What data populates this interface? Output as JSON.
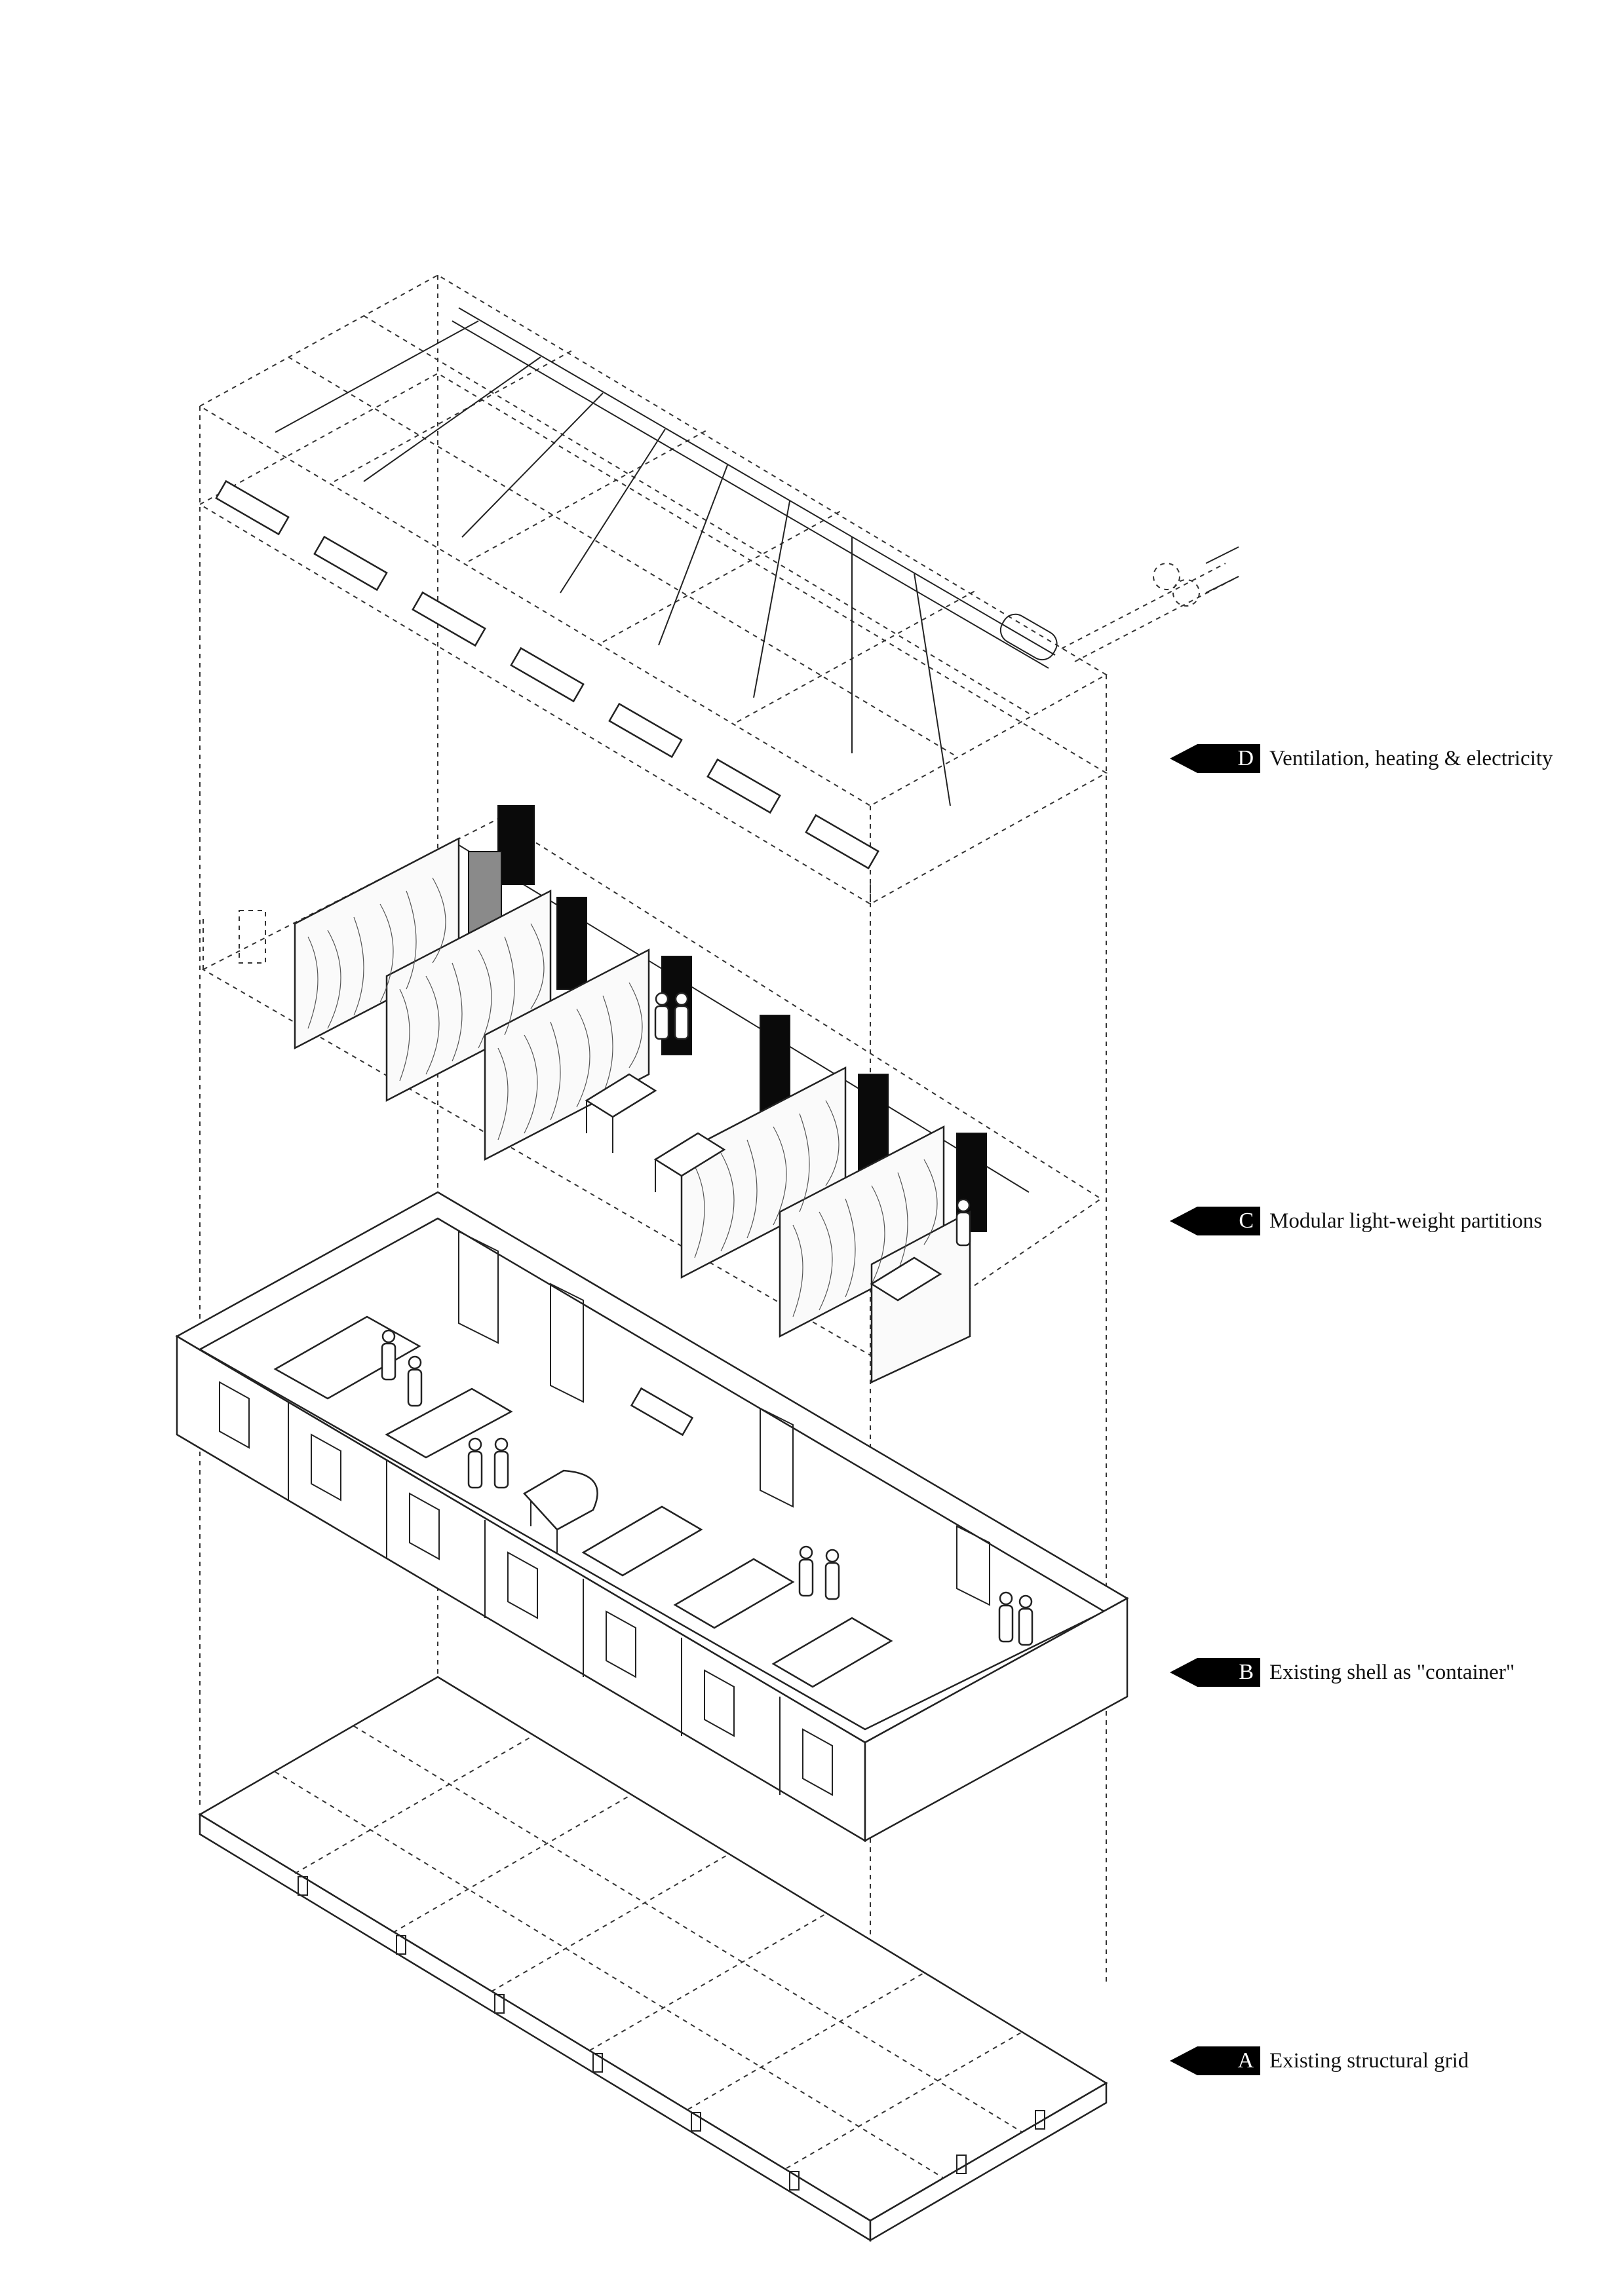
{
  "legend": [
    {
      "letter": "D",
      "label": "Ventilation, heating & electricity"
    },
    {
      "letter": "C",
      "label": "Modular light-weight partitions"
    },
    {
      "letter": "B",
      "label": "Existing shell as \"container\""
    },
    {
      "letter": "A",
      "label": "Existing structural grid"
    }
  ],
  "icons": {
    "arrow_tag": "arrow-tag-icon",
    "person": "person-icon",
    "piano": "piano-icon",
    "desk": "desk-icon",
    "radiator": "radiator-icon"
  }
}
